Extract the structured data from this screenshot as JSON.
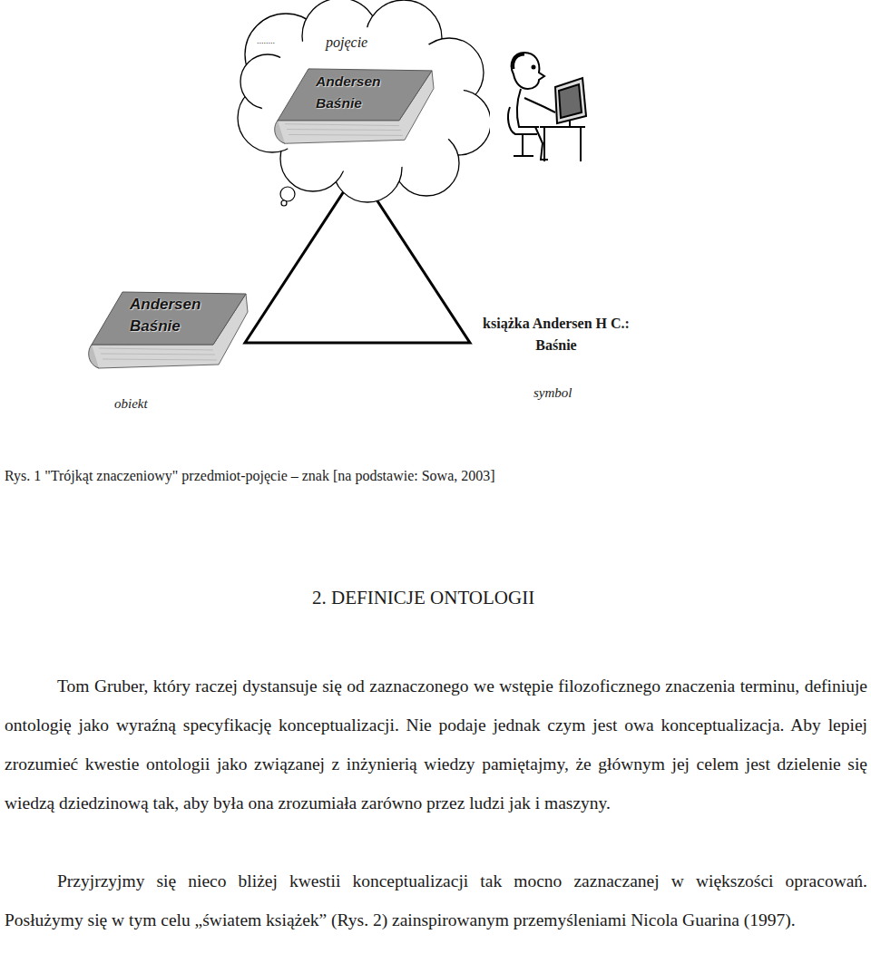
{
  "diagram": {
    "caption": "Rys. 1 \"Trójkąt znaczeniowy\" przedmiot-pojęcie – znak [na podstawie: Sowa, 2003]",
    "nodes": [
      {
        "text": [
          "........",
          "pojęcie"
        ]
      },
      {
        "text": [
          "Andersen Baśnie"
        ],
        "in": 0
      },
      {
        "text": [
          "Andersen Baśnie"
        ]
      }
    ],
    "labels": [
      "obiekt",
      "książka Andersen H C.: Baśnie",
      "symbol",
      "2. DEFINICJE ONTOLOGII",
      "Tom Gruber, który raczej dystansuje się od zaznaczonego we wstępie filozoficznego znaczenia terminu, definiuje ontologię jako wyraźną specyfikację konceptualizacji. Nie podaje jednak czym jest owa konceptualizacja. Aby lepiej zrozumieć kwestie ontologii jako związanej z inżynierią wiedzy pamiętajmy, że głównym jej celem jest dzielenie się wiedzą dziedzinową tak, aby była ona zrozumiała zarówno przez ludzi jak i maszyny.",
      "Przyjrzyjmy się nieco bliżej kwestii konceptualizacji tak mocno zaznaczanej w większości opracowań. Posłużymy się w tym celu „światem książek” (Rys. 2) zainspirowanym przemyśleniami Nicola Guarina (1997)."
    ]
  }
}
